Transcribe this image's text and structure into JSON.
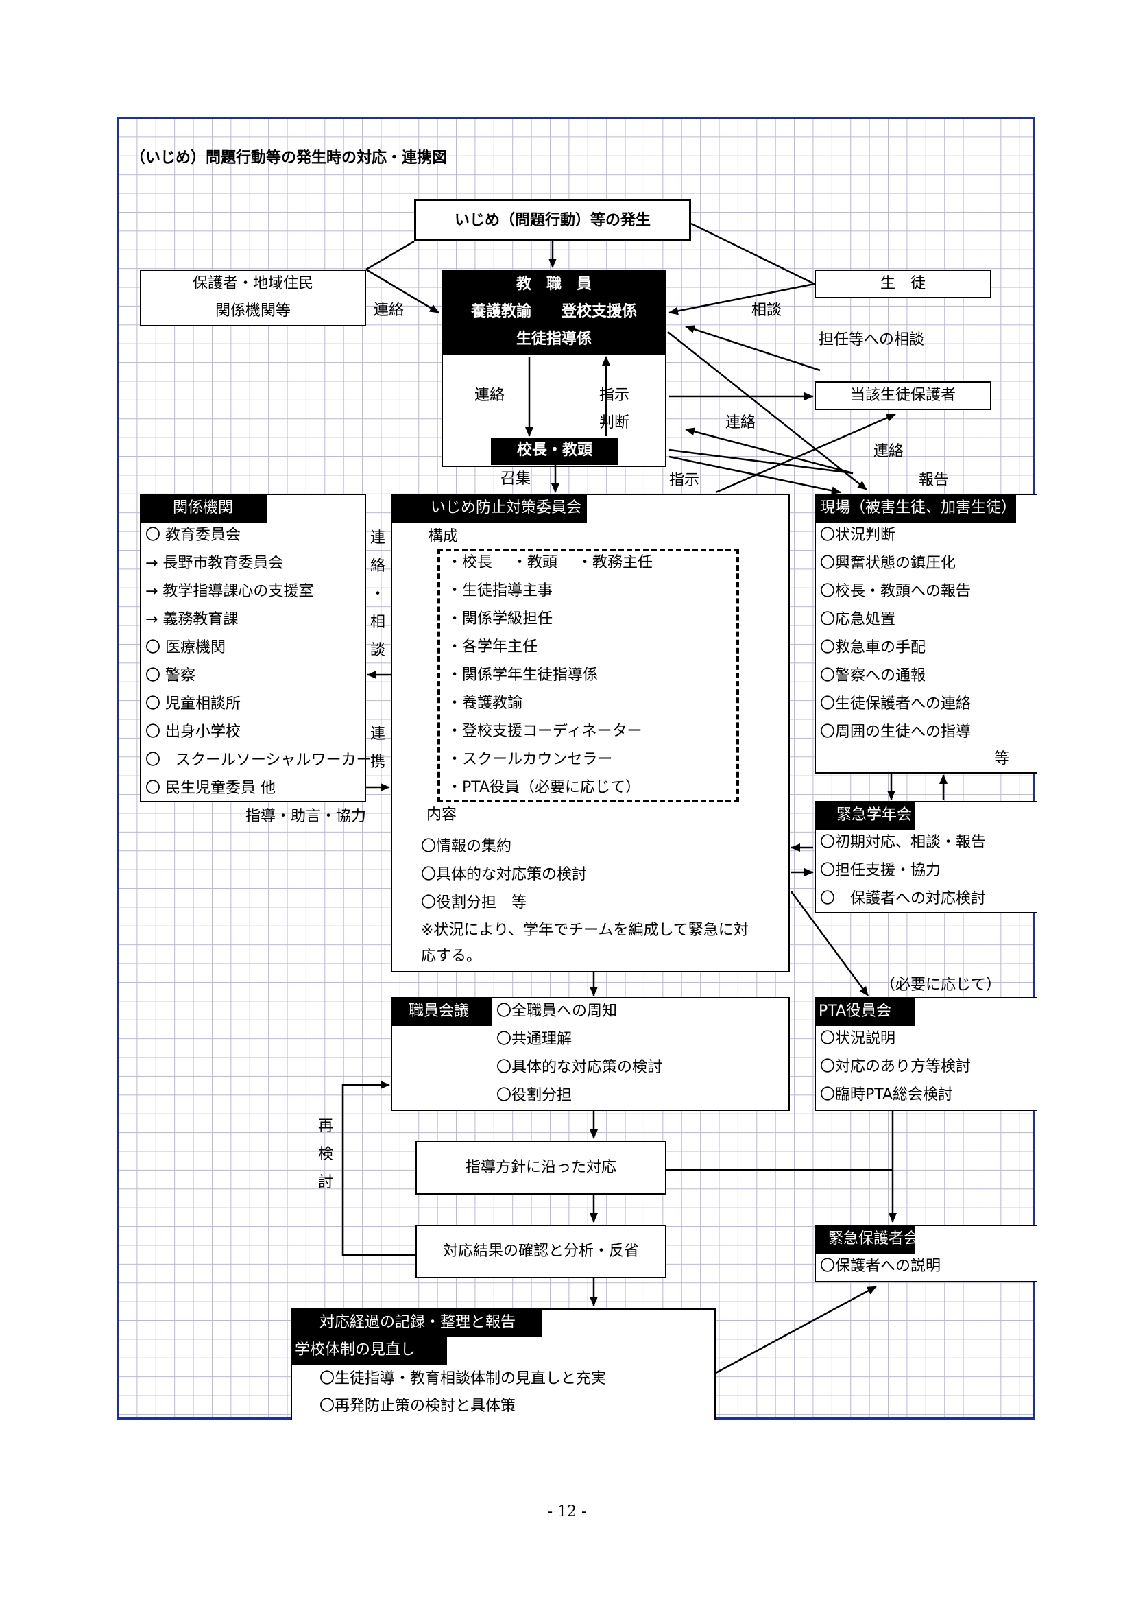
{
  "title": "（いじめ）問題行動等の発生時の対応・連携図",
  "page_number": "- 12 -",
  "occurrence": "いじめ（問題行動）等の発生",
  "guardians": {
    "line1": "保護者・地域住民",
    "line2": "関係機関等"
  },
  "student": "生　徒",
  "staff": {
    "line1": "教　職　員",
    "line2": "養護教諭　　登校支援係",
    "line3": "生徒指導係"
  },
  "principal": "校長・教頭",
  "parent_concerned": "当該生徒保護者",
  "labels": {
    "renraku_left": "連絡",
    "soudan": "相談",
    "tannin_soudan": "担任等への相談",
    "renraku_staff": "連絡",
    "shiji": "指示",
    "handan": "判断",
    "renraku_mid": "連絡",
    "renraku_right": "連絡",
    "shoushuu": "召集",
    "shiji_lower": "指示",
    "houkoku": "報告",
    "shidou": "指導・助言・協力",
    "renraku_vert": [
      "連",
      "絡",
      "・",
      "相",
      "談"
    ],
    "renkei_vert": [
      "連",
      "携"
    ],
    "saikentou_vert": [
      "再",
      "検",
      "討"
    ],
    "hitsuyou": "（必要に応じて）",
    "tou": "等"
  },
  "kankei": {
    "header": "関係機関",
    "items": [
      "〇 教育委員会",
      "→ 長野市教育委員会",
      "→ 教学指導課心の支援室",
      "→ 義務教育課",
      "〇 医療機関",
      "〇 警察",
      "〇 児童相談所",
      "〇 出身小学校",
      "〇　スクールソーシャルワーカー",
      "〇 民生児童委員 他"
    ]
  },
  "committee": {
    "header": "いじめ防止対策委員会",
    "kousei": "構成",
    "members": [
      "・校長　 ・教頭　 ・教務主任",
      "・生徒指導主事",
      "・関係学級担任",
      "・各学年主任",
      "・関係学年生徒指導係",
      "・養護教諭",
      "・登校支援コーディネーター",
      "・スクールカウンセラー",
      "・PTA役員（必要に応じて）"
    ],
    "naiyou": "内容",
    "contents": [
      "〇情報の集約",
      "〇具体的な対応策の検討",
      "〇役割分担　等"
    ],
    "note1": "※状況により、学年でチームを編成して緊急に対",
    "note2": "応する。"
  },
  "genba": {
    "header": "現場（被害生徒、加害生徒）",
    "items": [
      "〇状況判断",
      "〇興奮状態の鎮圧化",
      "〇校長・教頭への報告",
      "〇応急処置",
      "〇救急車の手配",
      "〇警察への通報",
      "〇生徒保護者への連絡",
      "〇周囲の生徒への指導"
    ]
  },
  "kinkyu_gakunen": {
    "header": "緊急学年会",
    "items": [
      "〇初期対応、相談・報告",
      "〇担任支援・協力",
      "〇　保護者への対応検討"
    ]
  },
  "shokuin": {
    "header": "職員会議",
    "items": [
      "〇全職員への周知",
      "〇共通理解",
      "〇具体的な対応策の検討",
      "〇役割分担"
    ]
  },
  "pta": {
    "header": "PTA役員会",
    "items": [
      "〇状況説明",
      "〇対応のあり方等検討",
      "〇臨時PTA総会検討"
    ]
  },
  "shidou_houshin": "指導方針に沿った対応",
  "kekka": "対応結果の確認と分析・反省",
  "kinkyu_hogosha": {
    "header": "緊急保護者会",
    "items": [
      "〇保護者への説明"
    ]
  },
  "kiroku": {
    "header1": "対応経過の記録・整理と報告",
    "header2": "学校体制の見直し",
    "items": [
      "〇生徒指導・教育相談体制の見直しと充実",
      "〇再発防止策の検討と具体策"
    ]
  }
}
